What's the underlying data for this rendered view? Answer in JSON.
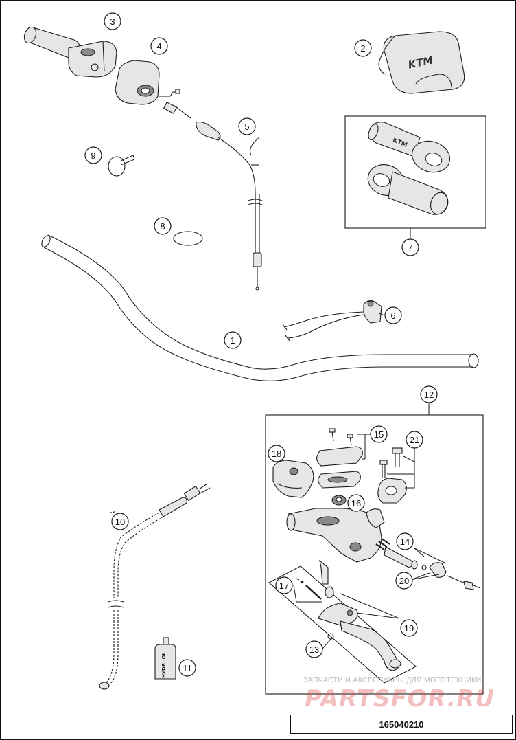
{
  "callouts": {
    "c1": "1",
    "c2": "2",
    "c3": "3",
    "c4": "4",
    "c5": "5",
    "c6": "6",
    "c7": "7",
    "c8": "8",
    "c9": "9",
    "c10": "10",
    "c11": "11",
    "c12": "12",
    "c13": "13",
    "c14": "14",
    "c15": "15",
    "c16": "16",
    "c17": "17",
    "c18": "18",
    "c19": "19",
    "c20": "20",
    "c21": "21"
  },
  "brand_marks": {
    "pad_logo": "KTM",
    "grip_logo": "KTM"
  },
  "bottle_label": "HYDR. ÖL",
  "watermark": {
    "tagline": "ЗАПЧАСТИ И АКСЕССУАРЫ ДЛЯ МОТОТЕХНИКИ",
    "site": "PARTSFOR.RU"
  },
  "diagram_code": "165040210"
}
